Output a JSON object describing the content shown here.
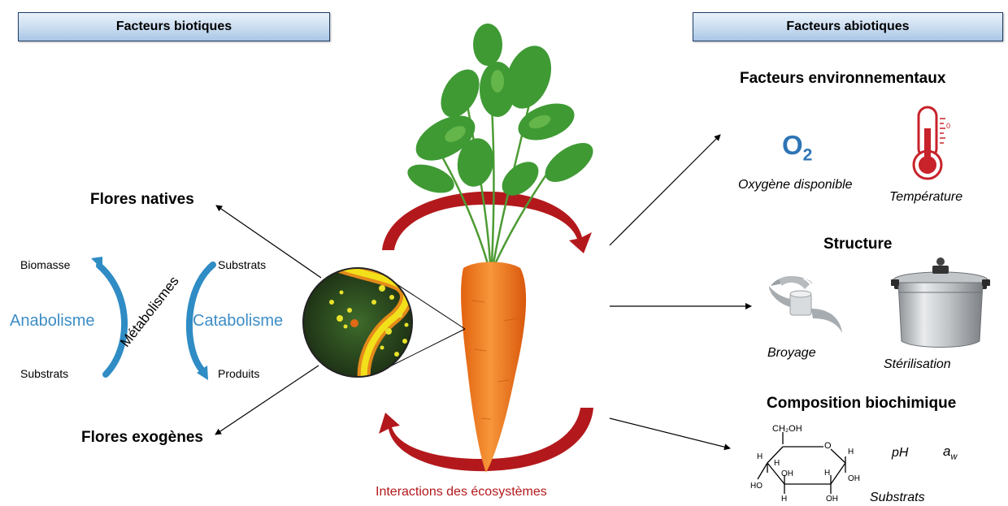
{
  "headers": {
    "biotic": "Facteurs biotiques",
    "abiotic": "Facteurs abiotiques"
  },
  "left": {
    "native": "Flores natives",
    "exogenous": "Flores exogènes",
    "metabolism": "Métabolismes",
    "anabolism": {
      "label": "Anabolisme",
      "top": "Biomasse",
      "bottom": "Substrats"
    },
    "catabolism": {
      "label": "Catabolisme",
      "top": "Substrats",
      "bottom": "Produits"
    }
  },
  "center": {
    "interactions": "Interactions des écosystèmes"
  },
  "right": {
    "environment": {
      "title": "Facteurs environnementaux",
      "o2_symbol": "O",
      "o2_sub": "2",
      "oxygen": "Oxygène disponible",
      "temperature": "Température",
      "thermo_zero": "0"
    },
    "structure": {
      "title": "Structure",
      "grinding": "Broyage",
      "sterilization": "Stérilisation"
    },
    "composition": {
      "title": "Composition biochimique",
      "ph": "pH",
      "aw": "a",
      "aw_sub": "w",
      "substrates": "Substrats",
      "molecule": {
        "ch2oh": "CH₂OH",
        "o": "O",
        "h": "H",
        "oh": "OH",
        "ho": "HO"
      }
    }
  },
  "colors": {
    "accent_blue": "#3d8dc6",
    "arrow_red": "#b3191c",
    "carrot": "#f07b1c",
    "leaf": "#3f9a34"
  }
}
